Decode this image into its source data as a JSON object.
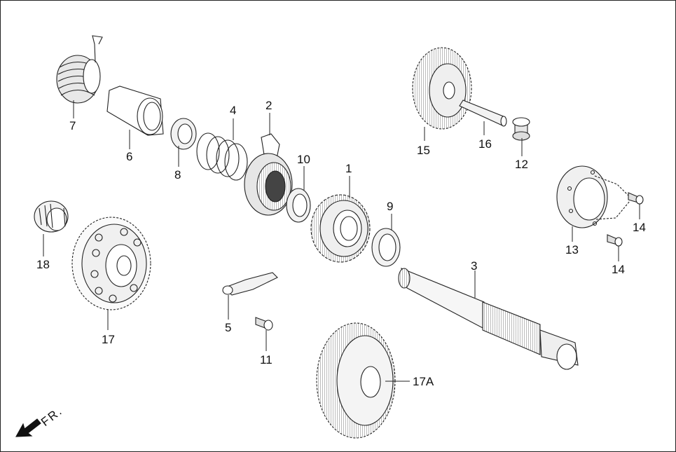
{
  "diagram": {
    "callouts": [
      {
        "id": "p1",
        "text": "1"
      },
      {
        "id": "p2",
        "text": "2"
      },
      {
        "id": "p3",
        "text": "3"
      },
      {
        "id": "p4",
        "text": "4"
      },
      {
        "id": "p5",
        "text": "5"
      },
      {
        "id": "p6",
        "text": "6"
      },
      {
        "id": "p7",
        "text": "7"
      },
      {
        "id": "p8",
        "text": "8"
      },
      {
        "id": "p9",
        "text": "9"
      },
      {
        "id": "p10",
        "text": "10"
      },
      {
        "id": "p11",
        "text": "11"
      },
      {
        "id": "p12",
        "text": "12"
      },
      {
        "id": "p13",
        "text": "13"
      },
      {
        "id": "p14a",
        "text": "14"
      },
      {
        "id": "p14b",
        "text": "14"
      },
      {
        "id": "p15",
        "text": "15"
      },
      {
        "id": "p16",
        "text": "16"
      },
      {
        "id": "p17",
        "text": "17"
      },
      {
        "id": "p17a",
        "text": "17A"
      },
      {
        "id": "p18",
        "text": "18"
      }
    ],
    "direction_label": "FR."
  }
}
